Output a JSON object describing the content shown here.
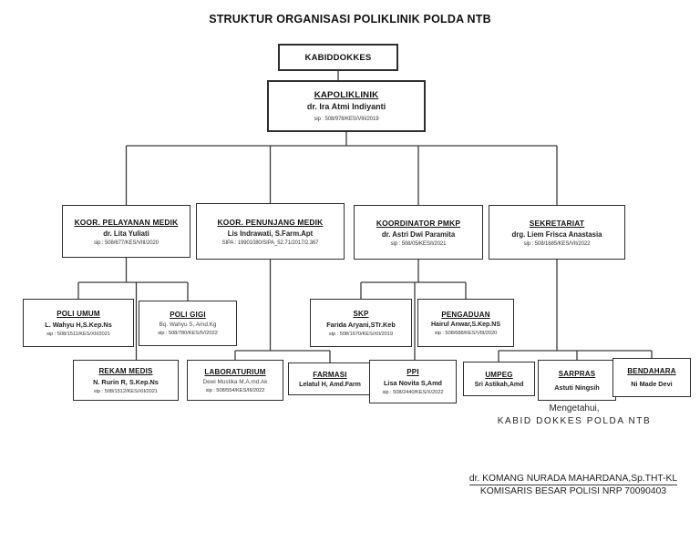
{
  "page_title": "STRUKTUR ORGANISASI POLIKLINIK POLDA NTB",
  "org": {
    "kabiddokkes": {
      "title": "KABIDDOKKES"
    },
    "kapoliklinik": {
      "title": "KAPOLIKLINIK",
      "name": "dr. Ira Atmi Indiyanti",
      "id_line": "sip : 508/978/KES/VIII/2019"
    },
    "koor_pelayanan_medik": {
      "title": "KOOR. PELAYANAN MEDIK",
      "name": "dr. Lita Yuliati",
      "id_line": "sip : 508/677/KES/VIII/2020"
    },
    "koor_penunjang_medik": {
      "title": "KOOR. PENUNJANG MEDIK",
      "name": "Lis Indrawati, S.Farm.Apt",
      "id_line": "SIPA : 19901080/SIPA_52.71/2017/2.367"
    },
    "koordinator_pmkp": {
      "title": "KOORDINATOR PMKP",
      "name": "dr. Astri Dwi Paramita",
      "id_line": "sip : 508/05/KES/I/2021"
    },
    "sekretariat": {
      "title": "SEKRETARIAT",
      "name": "drg. Liem Frisca Anastasia",
      "id_line": "sip : 508/1685/KES/VII/2022"
    },
    "poli_umum": {
      "title": "POLI UMUM",
      "name": "L. Wahyu H,S.Kep.Ns",
      "id_line": "sip : 508/1511/KES/XII/2021"
    },
    "poli_gigi": {
      "title": "POLI GIGI",
      "name": "Bq. Wahyu S, Amd.Kg",
      "id_line": "sip : 508/780/KES/IV/2022"
    },
    "skp": {
      "title": "SKP",
      "name": "Farida Aryani,STr.Keb",
      "id_line": "sip : 508/1670/KES/XII/2019"
    },
    "pengaduan": {
      "title": "PENGADUAN",
      "name": "Hairul Anwar,S.Kep.NS",
      "id_line": "sip : 508/688/KES/VIII/2020"
    },
    "rekam_medis": {
      "title": "REKAM MEDIS",
      "name": "N. Rurin R, S.Kep.Ns",
      "id_line": "sip : 508/1512/KES/XII/2021"
    },
    "laboraturium": {
      "title": "LABORATURIUM",
      "name": "Dewi Mustika M,A.md.Ak",
      "id_line": "sip : 508/554/KES/III/2022"
    },
    "farmasi": {
      "title": "FARMASI",
      "name": "Lelatul H, Amd.Farm"
    },
    "ppi": {
      "title": "PPI",
      "name": "Lisa Novita S,Amd",
      "id_line": "sip : 508/2440/KES/X/2022"
    },
    "umpeg": {
      "title": "UMPEG",
      "name": "Sri Astikah,Amd"
    },
    "sarpras": {
      "title": "SARPRAS",
      "name": "Astuti Ningsih"
    },
    "bendahara": {
      "title": "BENDAHARA",
      "name": "Ni Made Devi"
    }
  },
  "footer": {
    "acknowledgement": "Mengetahui,",
    "acknowledgement_title": "KABID DOKKES POLDA NTB",
    "signatory_name": "dr. KOMANG NURADA MAHARDANA,Sp.THT-KL",
    "signatory_rank": "KOMISARIS BESAR POLISI NRP 70090403"
  },
  "colors": {
    "box_border": "#2e2e2e",
    "connector": "#3a3a3a",
    "text": "#1a1a1a",
    "background": "#ffffff"
  }
}
